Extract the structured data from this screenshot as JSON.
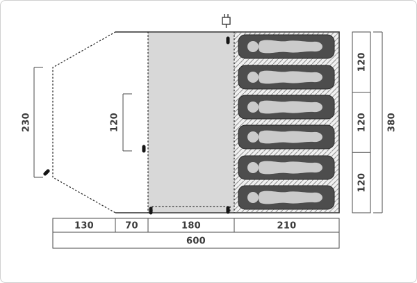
{
  "figure": {
    "type": "tent-floorplan",
    "sleeping_bag_count": 6
  },
  "colors": {
    "outline": "#2e2e2e",
    "living_fill": "#d8d8d8",
    "hatch_bg": "#f1f1f1",
    "hatch_line": "#9b9b9b",
    "bag_fill": "#4d4d4d",
    "person_fill": "#cbcbcb",
    "dim_text": "#3a3a3a"
  },
  "dims": {
    "left_height": "230",
    "inner_width": "120",
    "bottom_segments": [
      "130",
      "70",
      "180",
      "210"
    ],
    "total_width": "600",
    "right_segments": [
      "120",
      "120",
      "120"
    ],
    "right_total_height": "380"
  }
}
